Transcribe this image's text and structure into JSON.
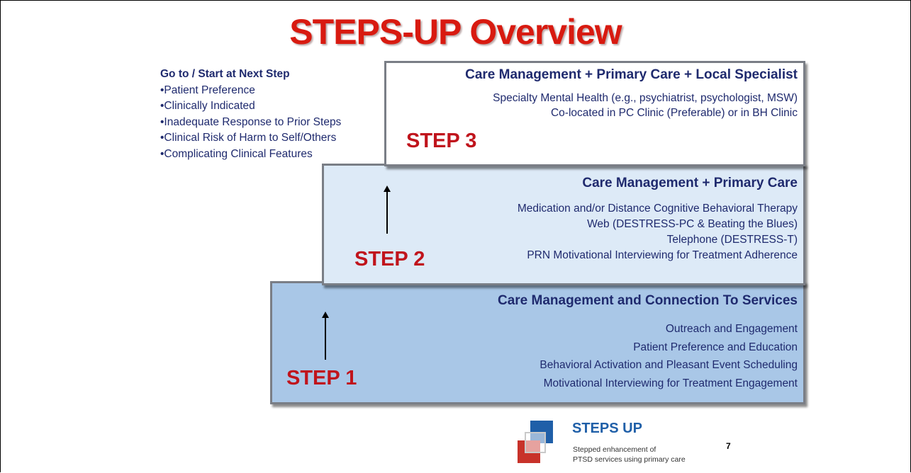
{
  "title": "STEPS-UP Overview",
  "criteria": {
    "heading": "Go to / Start at Next Step",
    "items": [
      "•Patient Preference",
      "•Clinically Indicated",
      "•Inadequate Response to Prior Steps",
      "•Clinical Risk of Harm to Self/Others",
      "•Complicating Clinical Features"
    ]
  },
  "step3": {
    "heading": "Care Management + Primary Care + Local Specialist",
    "lines": [
      "Specialty Mental Health (e.g., psychiatrist, psychologist, MSW)",
      "Co-located in PC Clinic (Preferable) or in BH Clinic"
    ],
    "label": "STEP 3"
  },
  "step2": {
    "heading": "Care Management + Primary Care",
    "lines": [
      "Medication  and/or Distance Cognitive Behavioral Therapy",
      "Web (DESTRESS-PC  & Beating  the Blues)",
      "Telephone  (DESTRESS-T)",
      "PRN Motivational  Interviewing for Treatment Adherence"
    ],
    "label": "STEP 2"
  },
  "step1": {
    "heading": "Care Management and Connection To Services",
    "lines": [
      "Outreach and Engagement",
      "Patient Preference and Education",
      "Behavioral Activation and Pleasant Event Scheduling",
      "Motivational Interviewing  for Treatment Engagement"
    ],
    "label": "STEP 1"
  },
  "logo": {
    "name": "STEPS UP",
    "tagline_line1": "Stepped enhancement of",
    "tagline_line2": "PTSD services using primary care"
  },
  "page_number": "7",
  "colors": {
    "title_red": "#d81a10",
    "text_navy": "#1f2a6e",
    "step_red": "#c0141c",
    "step2_fill": "#ddeaf7",
    "step1_fill": "#a9c7e7"
  }
}
